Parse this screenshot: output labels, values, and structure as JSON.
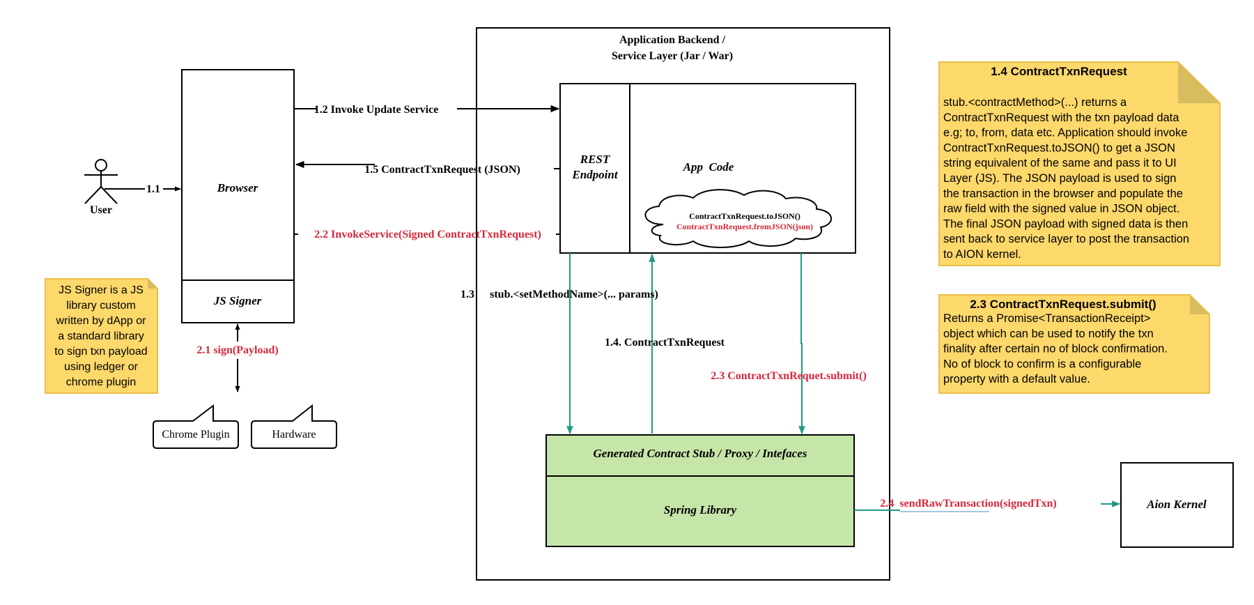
{
  "backend": {
    "title_line1": "Application Backend /",
    "title_line2": "Service Layer (Jar / War)"
  },
  "user": {
    "label": "User"
  },
  "browser": {
    "label": "Browser",
    "signer_label": "JS Signer"
  },
  "rest_endpoint": {
    "line1": "REST",
    "line2": "Endpoint"
  },
  "app_code": {
    "label": "App  Code"
  },
  "cloud": {
    "line1": "ContractTxnRequest.toJSON()",
    "line2": "ContractTxnRequest.fromJSON(json)"
  },
  "stub": {
    "label": "Generated Contract Stub / Proxy / Intefaces"
  },
  "spring": {
    "label": "Spring Library"
  },
  "aion": {
    "label": "Aion Kernel"
  },
  "plugins": {
    "chrome": "Chrome Plugin",
    "hardware": "Hardware"
  },
  "arrows": {
    "a1_1": "1.1",
    "a1_2": "1.2 Invoke Update Service",
    "a1_5": "1.5 ContractTxnRequest (JSON)",
    "a2_2": "2.2 InvokeService(Signed ContractTxnRequest)",
    "a1_3_num": "1.3",
    "a1_3_text": "stub.<setMethodName>(... params)",
    "a1_4": "1.4. ContractTxnRequest",
    "a2_3": "2.3 ContractTxnRequet.submit()",
    "a2_1": "2.1 sign(Payload)",
    "a2_4": "2.4  sendRawTransaction(signedTxn)"
  },
  "note_signer": {
    "lines": [
      "JS Signer is a JS",
      "library custom",
      "written by dApp or",
      "a standard library",
      "to sign txn payload",
      "using ledger or",
      "chrome plugin"
    ]
  },
  "note_14": {
    "title": "1.4 ContractTxnRequest",
    "lines": [
      "stub.<contractMethod>(...) returns a",
      "ContractTxnRequest with the txn payload data",
      "e.g; to, from, data etc. Application should invoke",
      "ContractTxnRequest.toJSON() to get a JSON",
      "string equivalent of the same and pass it to UI",
      "Layer (JS). The JSON payload is used to sign",
      "the transaction in the browser and populate the",
      "raw field with the signed value in JSON object.",
      "The final JSON payload with signed data is then",
      "sent back to service layer to post the transaction",
      "to AION kernel."
    ]
  },
  "note_23": {
    "title": "2.3 ContractTxnRequest.submit()",
    "lines": [
      "Returns a Promise<TransactionReceipt>",
      "object which can be used to notify the txn",
      "finality after certain no of  block confirmation.",
      "No of block to confirm is a configurable",
      "property with a default value."
    ]
  },
  "colors": {
    "red": "#d6283b",
    "teal": "#1f9983",
    "note_fill": "#fdd86b",
    "note_border": "#e8be47",
    "note_fold": "#d9bc5e",
    "green_fill": "#c6e6a9"
  }
}
